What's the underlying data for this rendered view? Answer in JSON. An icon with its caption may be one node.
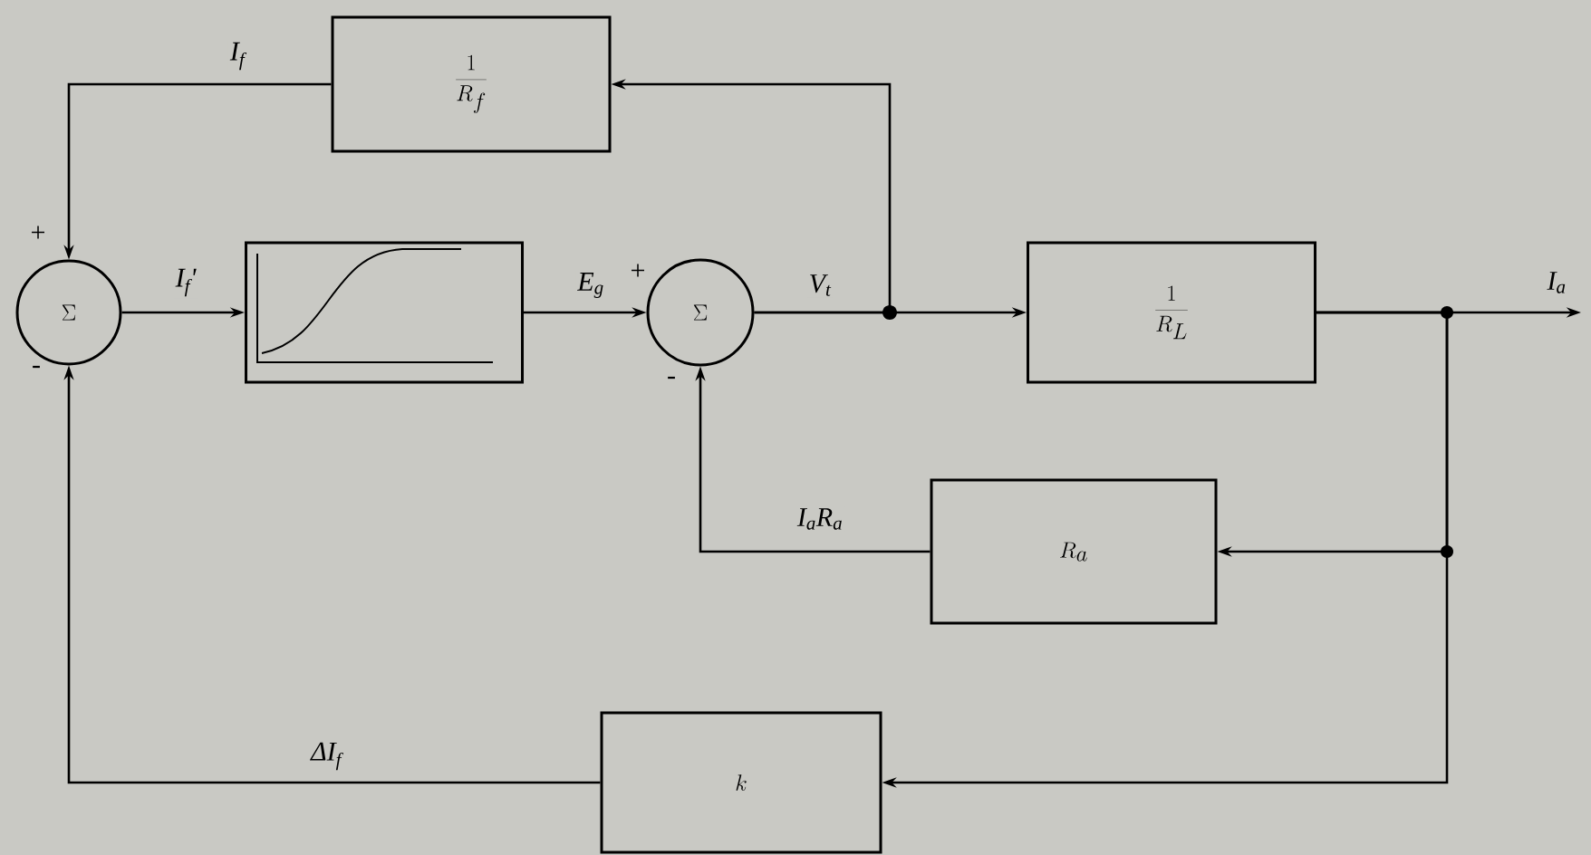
{
  "diagram": {
    "nodes": [
      {
        "text": [
          "\\Sigma"
        ]
      },
      {
        "text": [
          "\\frac{1}{R_f}"
        ]
      },
      {
        "text": [],
        "shape": "picture"
      },
      {
        "text": [
          "\\Sigma"
        ]
      },
      {
        "text": [
          "\\frac{1}{R_L}"
        ]
      },
      {
        "text": [
          "R_a"
        ]
      },
      {
        "text": [
          "k"
        ]
      }
    ],
    "edges": [
      {
        "from": 1,
        "to": 0,
        "arrow": "to",
        "label": "I$_{f}$"
      },
      {
        "from": 0,
        "to": 2,
        "arrow": "to",
        "label": "I$_{f}$'"
      },
      {
        "from": 2,
        "to": 3,
        "arrow": "to",
        "label": "E$_{g}$"
      },
      {
        "from": 3,
        "to": 4,
        "arrow": "to",
        "label": "V$_{t}$"
      },
      {
        "from": 3,
        "to": 1,
        "arrow": "to"
      },
      {
        "from": 4,
        "to": null,
        "arrow": "to",
        "label": "I$_{a}$"
      },
      {
        "from": 4,
        "to": 5,
        "arrow": "to"
      },
      {
        "from": 5,
        "to": 3,
        "arrow": "to",
        "label": "I$_{a}$R$_{a}$"
      },
      {
        "from": 4,
        "to": 6,
        "arrow": "to"
      },
      {
        "from": 6,
        "to": 0,
        "arrow": "to",
        "label": "ΔI$_{f}$"
      }
    ],
    "labels": [
      "+",
      "-",
      "+",
      "-"
    ]
  }
}
